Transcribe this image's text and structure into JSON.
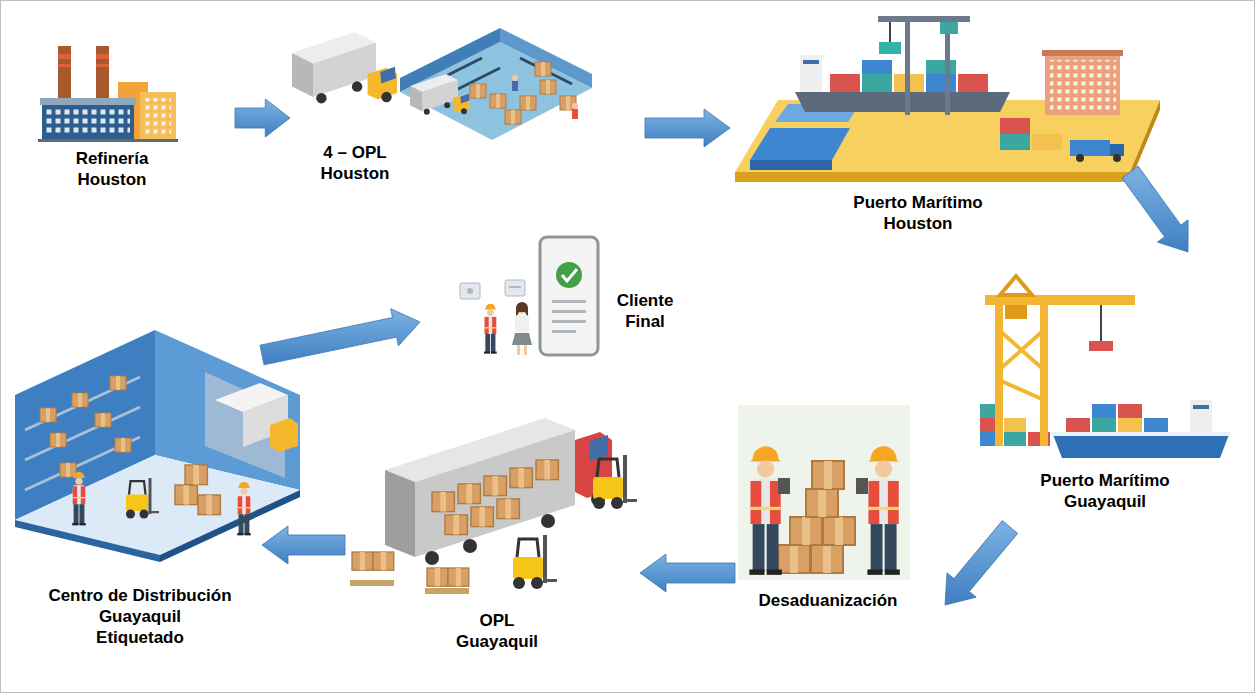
{
  "diagram": {
    "nodes": [
      {
        "text": [
          "Refinería Houston"
        ]
      },
      {
        "text": [
          "4 – OPL Houston"
        ]
      },
      {
        "text": [
          "Puerto Marítimo Houston"
        ]
      },
      {
        "text": [
          "Puerto Marítimo Guayaquil"
        ]
      },
      {
        "text": [
          "Desaduanización"
        ]
      },
      {
        "text": [
          "OPL Guayaquil"
        ]
      },
      {
        "text": [
          "Centro de Distribución Guayaquil Etiquetado"
        ]
      },
      {
        "text": [
          "Cliente Final"
        ]
      }
    ],
    "edges": [
      {
        "from": 0,
        "to": 1,
        "arrow": "to"
      },
      {
        "from": 1,
        "to": 2,
        "arrow": "to"
      },
      {
        "from": 2,
        "to": 3,
        "arrow": "to"
      },
      {
        "from": 3,
        "to": 4,
        "arrow": "to"
      },
      {
        "from": 4,
        "to": 5,
        "arrow": "to"
      },
      {
        "from": 5,
        "to": 6,
        "arrow": "to"
      },
      {
        "from": 6,
        "to": 7,
        "arrow": "to"
      }
    ]
  }
}
